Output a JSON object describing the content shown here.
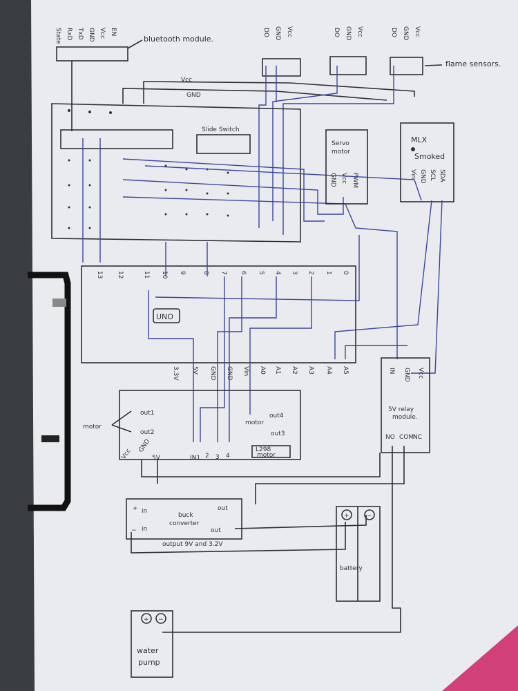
{
  "colors": {
    "paper": "#e9ebee",
    "ink": "#2f3035",
    "blue_wire": "#3a45a2",
    "background": "#3a3d42",
    "clip": "#111111",
    "pink_corner": "#d2407a"
  },
  "bluetooth": {
    "pins": [
      "State",
      "RxD",
      "TxD",
      "GND",
      "Vcc",
      "EN"
    ],
    "label": "bluetooth module."
  },
  "flame_sensors": {
    "pins": [
      [
        "DO",
        "GND",
        "Vcc"
      ],
      [
        "DO",
        "GND",
        "Vcc"
      ],
      [
        "DO",
        "GND",
        "Vcc"
      ]
    ],
    "label": "flame sensors."
  },
  "rails": {
    "vcc": "Vcc",
    "gnd": "GND"
  },
  "slide_switch": "Slide Switch",
  "servo": {
    "label1": "Servo",
    "label2": "motor",
    "pins": [
      "GND",
      "Vcc",
      "PWM"
    ]
  },
  "mlx": {
    "title": "MLX",
    "subtitle": "Smoked",
    "pins": [
      "Vin",
      "GND",
      "SCL",
      "SDA"
    ]
  },
  "uno": {
    "label": "UNO",
    "digital_pins": [
      "13",
      "12",
      "11",
      "10",
      "9",
      "8",
      "7",
      "6",
      "5",
      "4",
      "3",
      "2",
      "1",
      "0"
    ],
    "power_pins": [
      "3.3V",
      "5V",
      "GND",
      "GND",
      "Vin",
      "A0",
      "A1",
      "A2",
      "A3",
      "A4",
      "A5"
    ]
  },
  "relay": {
    "label1": "5V relay",
    "label2": "module.",
    "top_pins": [
      "IN",
      "GND",
      "Vcc"
    ],
    "bottom_pins": [
      "NO",
      "COM",
      "NC"
    ]
  },
  "l298": {
    "label1": "L298",
    "label2": "motor",
    "out1": "out1",
    "out2": "out2",
    "out3": "out3",
    "out4": "out4",
    "motor_left": "motor",
    "motor_right": "motor",
    "vcc": "Vcc",
    "gnd": "GND",
    "v5": "5V",
    "inputs": [
      "IN1",
      "2",
      "3",
      "4"
    ]
  },
  "buck": {
    "label1": "buck",
    "label2": "converter",
    "in_pos": "in",
    "in_neg": "in",
    "out_pos": "out",
    "out_neg": "out",
    "output": "output 9V and 3.2V",
    "plus": "+",
    "minus": "−"
  },
  "battery": {
    "label": "battery",
    "plus": "+",
    "minus": "−"
  },
  "pump": {
    "label1": "water",
    "label2": "pump",
    "plus": "+",
    "minus": "−"
  }
}
